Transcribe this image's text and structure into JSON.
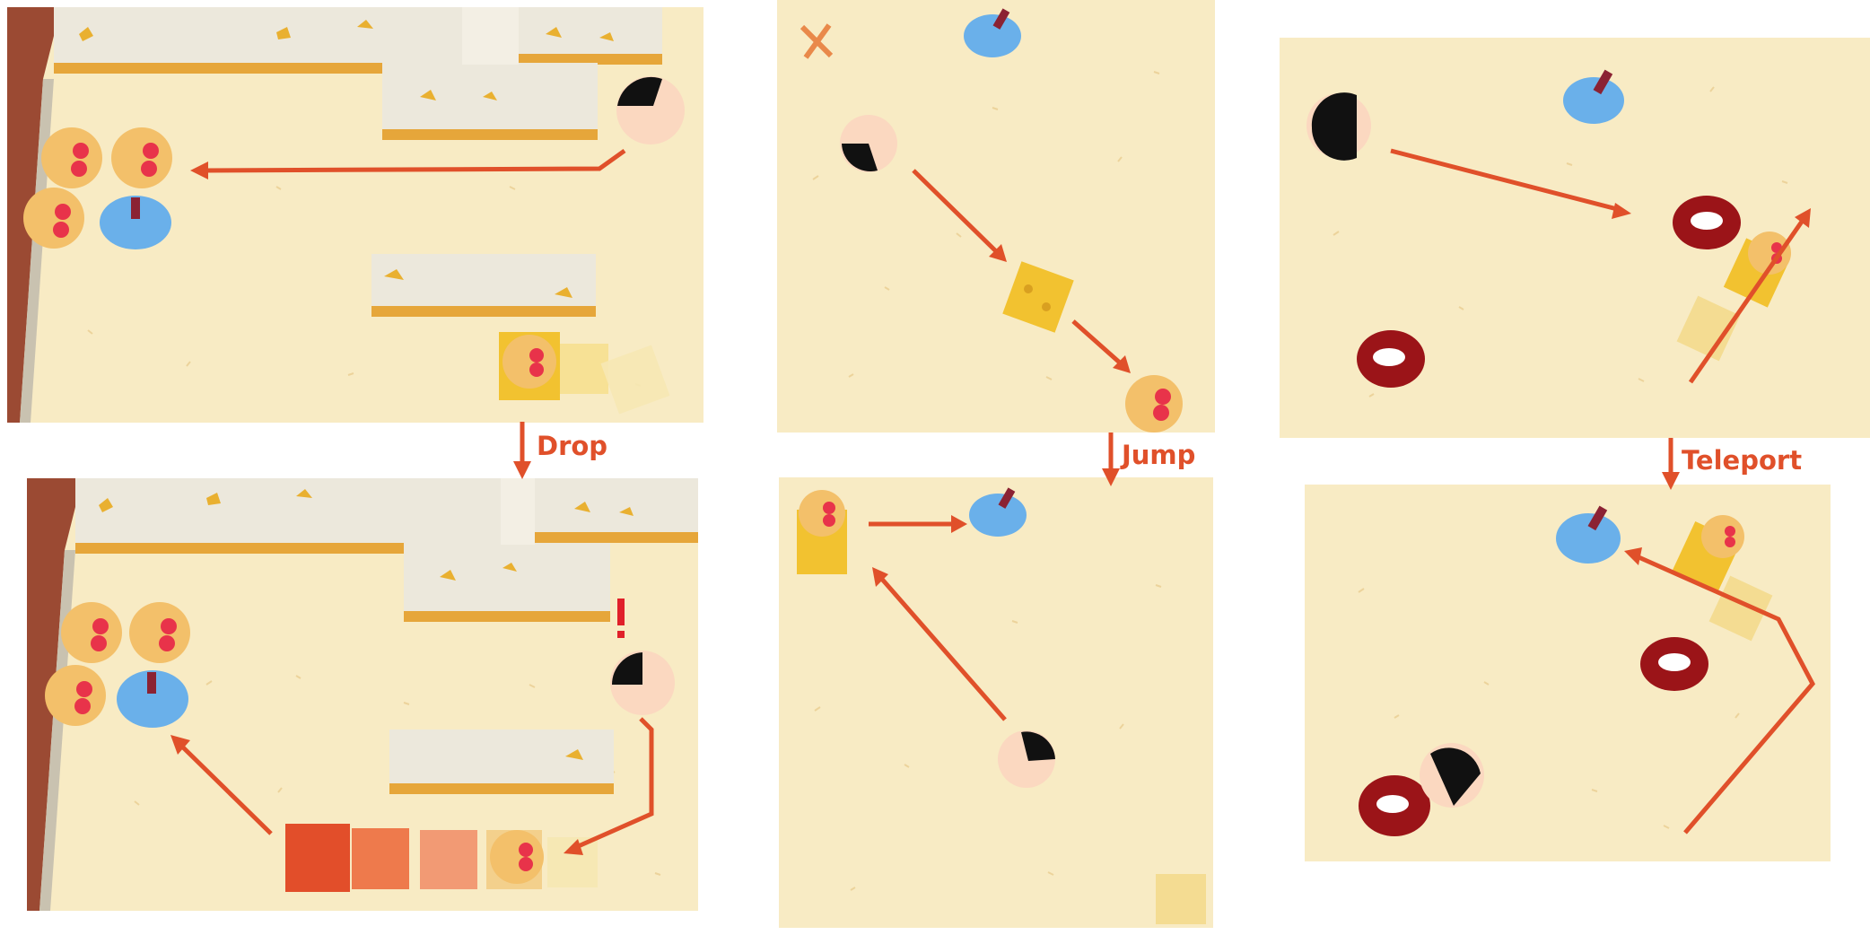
{
  "figure": {
    "mechanics": [
      {
        "id": "drop",
        "label": "Drop"
      },
      {
        "id": "jump",
        "label": "Jump"
      },
      {
        "id": "teleport",
        "label": "Teleport"
      }
    ]
  },
  "colors": {
    "floor": "#f8ebc4",
    "arrow": "#e0502a",
    "wall_top": "#ece8dc",
    "wall_side": "#e6a63a",
    "brick": "#9b4a33",
    "cheese": "#f2c230",
    "portal": "#9b1418",
    "puddle": "#6ab0ea",
    "hair": "#111111",
    "skin": "#fbd8c0"
  }
}
